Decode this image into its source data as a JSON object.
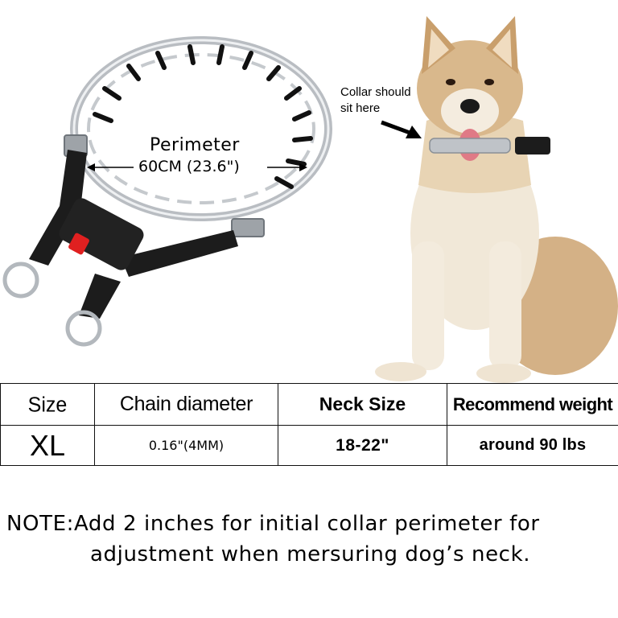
{
  "colors": {
    "text": "#000000",
    "chrome": "#c9ccd0",
    "nylon": "#1c1c1c",
    "tip_caps": "#111111",
    "buckle_accent": "#e02020",
    "dog_fur": "#d8b98e",
    "dog_cream": "#f3ebdd"
  },
  "diagram": {
    "perimeter_title": "Perimeter",
    "perimeter_value": "60CM (23.6\")",
    "callout_line1": "Collar should",
    "callout_line2": "sit here"
  },
  "table": {
    "headers": [
      "Size",
      "Chain diameter",
      "Neck Size",
      "Recommend weight"
    ],
    "row": [
      "XL",
      "0.16\"(4MM)",
      "18-22\"",
      "around 90 lbs"
    ]
  },
  "note": {
    "line1": "NOTE:Add 2 inches for initial collar perimeter for",
    "line2": "adjustment when mersuring dog’s neck."
  },
  "icons": [
    "prong-collar-image",
    "dog-photo",
    "arrow-icon"
  ]
}
